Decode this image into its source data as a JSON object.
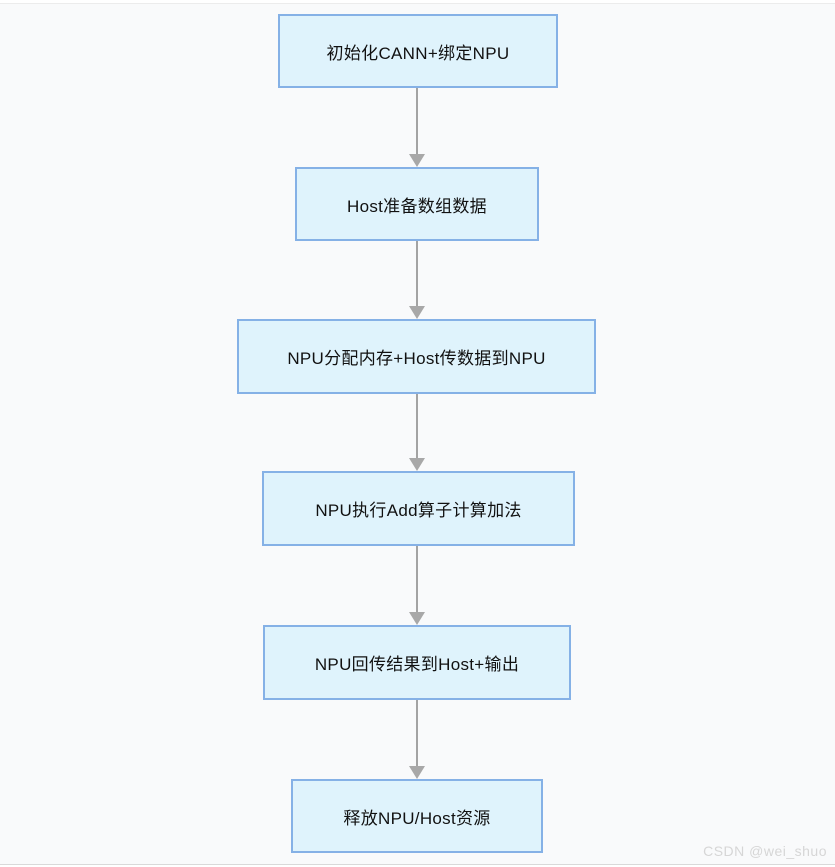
{
  "diagram": {
    "type": "flowchart",
    "direction": "top-to-bottom",
    "nodes": [
      {
        "id": "n1",
        "label": "初始化CANN+绑定NPU"
      },
      {
        "id": "n2",
        "label": "Host准备数组数据"
      },
      {
        "id": "n3",
        "label": "NPU分配内存+Host传数据到NPU"
      },
      {
        "id": "n4",
        "label": "NPU执行Add算子计算加法"
      },
      {
        "id": "n5",
        "label": "NPU回传结果到Host+输出"
      },
      {
        "id": "n6",
        "label": "释放NPU/Host资源"
      }
    ],
    "edges": [
      {
        "from": "n1",
        "to": "n2"
      },
      {
        "from": "n2",
        "to": "n3"
      },
      {
        "from": "n3",
        "to": "n4"
      },
      {
        "from": "n4",
        "to": "n5"
      },
      {
        "from": "n5",
        "to": "n6"
      }
    ]
  },
  "watermark": {
    "text": "CSDN @wei_shuo"
  },
  "colors": {
    "node_fill": "#dff3fc",
    "node_border": "#85b1e6",
    "arrow": "#a3a3a3",
    "arrow_head": "#a8a8a8",
    "background": "#f9fafb",
    "watermark": "#d6d6d6",
    "text": "#111111"
  }
}
